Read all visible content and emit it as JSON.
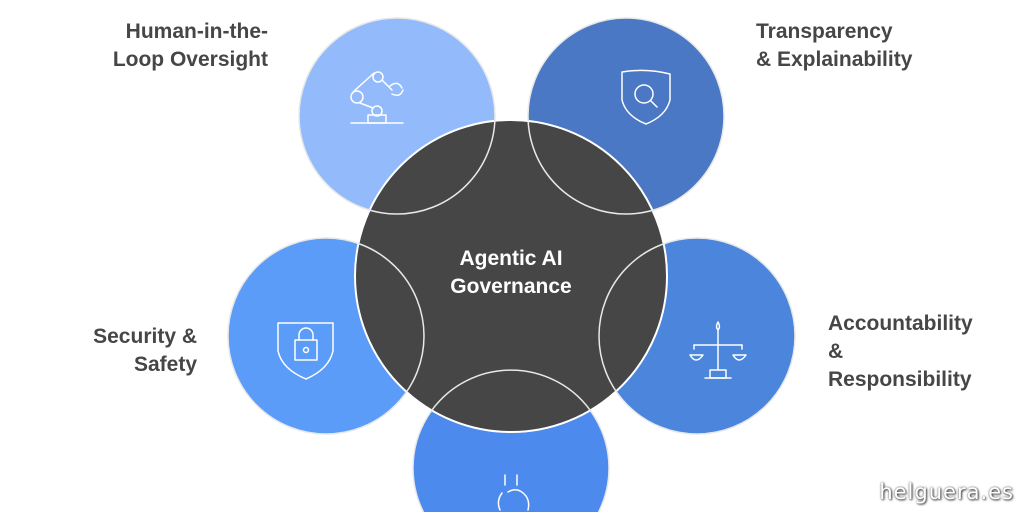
{
  "center": {
    "title": "Agentic AI\nGovernance",
    "color": "#464646"
  },
  "nodes": [
    {
      "label": "Human-in-the-\nLoop Oversight",
      "icon": "robot-arm-icon",
      "color": "#93bbfb"
    },
    {
      "label": "Transparency\n& Explainability",
      "icon": "shield-search-icon",
      "color": "#4a78c4"
    },
    {
      "label": "Security &\nSafety",
      "icon": "shield-lock-icon",
      "color": "#5b9cf8"
    },
    {
      "label": "Accountability\n&\nResponsibility",
      "icon": "scales-icon",
      "color": "#4c85dc"
    },
    {
      "label": "",
      "icon": "handshake-icon",
      "color": "#4d8aed"
    }
  ],
  "watermark": "helguera.es"
}
